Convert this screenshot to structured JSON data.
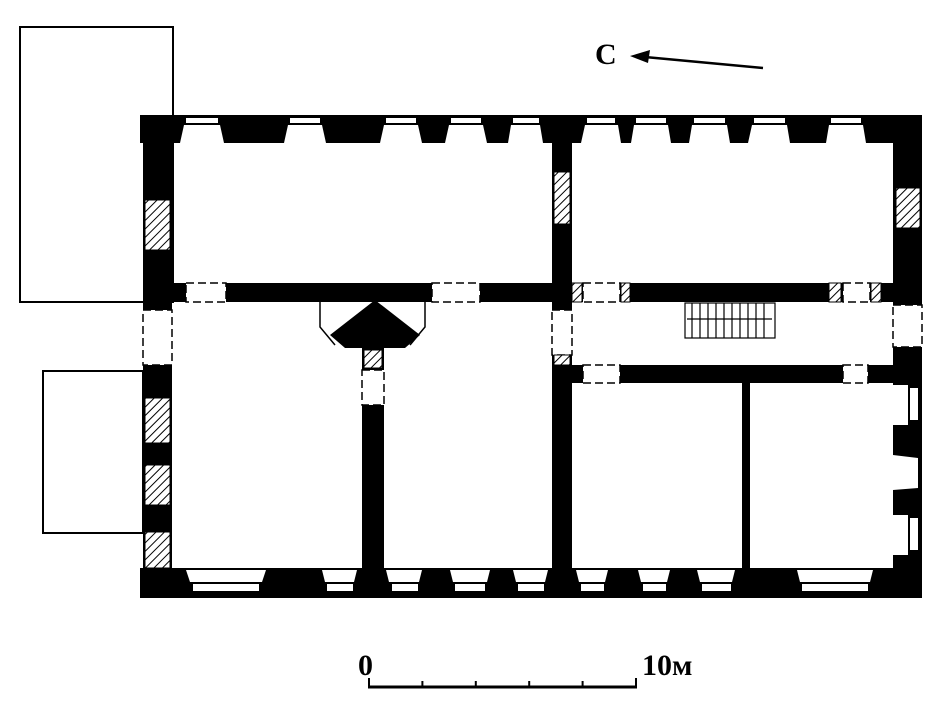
{
  "north_arrow": {
    "label": "С"
  },
  "scale_bar": {
    "start_label": "0",
    "end_label": "10м",
    "divisions": 5
  },
  "colors": {
    "wall": "#000000",
    "background": "#ffffff"
  }
}
